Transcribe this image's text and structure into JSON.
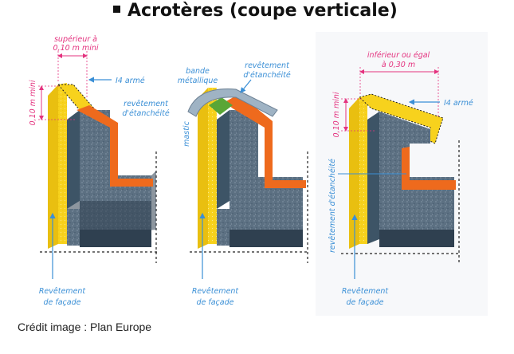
{
  "title": "Acrotères (coupe verticale)",
  "credit": "Crédit image : Plan Europe",
  "colors": {
    "title": "#111111",
    "pink": "#e4337f",
    "blue": "#3a8fd6",
    "yellow": "#f7d21d",
    "orange": "#ee6a1d",
    "concrete": "#5c7082",
    "concrete_dark": "#2f4050",
    "concrete_side": "#3d5466",
    "green": "#5aa636",
    "metal": "#9fb3c4"
  },
  "panels": [
    {
      "labels": {
        "top_dimension": [
          "supérieur à",
          "0,10 m mini"
        ],
        "vertical_dimension": "0,10 m mini",
        "insulation": "I4 armé",
        "membrane": [
          "revêtement",
          "d'étanchéité"
        ],
        "facade": [
          "Revêtement",
          "de façade"
        ]
      }
    },
    {
      "labels": {
        "flashing": [
          "bande",
          "métallique"
        ],
        "membrane": [
          "revêtement",
          "d'étanchéité"
        ],
        "sealant": "mastic",
        "facade": [
          "Revêtement",
          "de façade"
        ]
      }
    },
    {
      "labels": {
        "top_dimension": [
          "inférieur ou égal",
          "à 0,30 m"
        ],
        "vertical_dimension": "0,10 m mini",
        "insulation": "I4 armé",
        "membrane": "revêtement d'étanchéité",
        "facade": [
          "Revêtement",
          "de façade"
        ]
      }
    }
  ]
}
